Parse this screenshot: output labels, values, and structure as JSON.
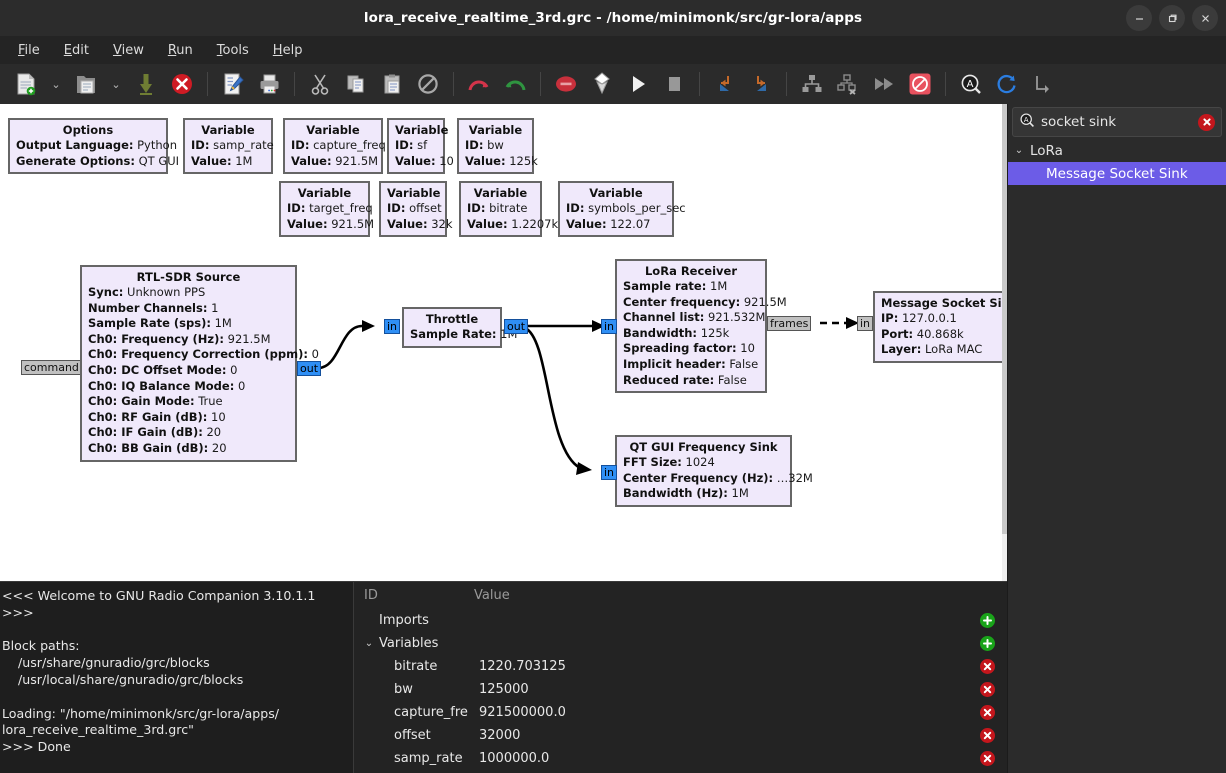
{
  "window": {
    "title": "lora_receive_realtime_3rd.grc - /home/minimonk/src/gr-lora/apps",
    "minimize_label": "–",
    "maximize_label": "□",
    "close_label": "×"
  },
  "menu": {
    "items": [
      {
        "label": "File",
        "mnemonic": "F"
      },
      {
        "label": "Edit",
        "mnemonic": "E"
      },
      {
        "label": "View",
        "mnemonic": "V"
      },
      {
        "label": "Run",
        "mnemonic": "R"
      },
      {
        "label": "Tools",
        "mnemonic": "T"
      },
      {
        "label": "Help",
        "mnemonic": "H"
      }
    ]
  },
  "toolbar": {
    "items": [
      "new-file-icon",
      "new-file-dropdown-icon",
      "open-folder-icon",
      "open-recent-dropdown-icon",
      "save-icon",
      "close-icon",
      "edit-properties-icon",
      "print-icon",
      "cut-icon",
      "copy-icon",
      "paste-icon",
      "delete-icon",
      "undo-icon",
      "redo-icon",
      "errors-icon",
      "find-icon",
      "execute-icon",
      "stop-icon",
      "rotate-left-icon",
      "rotate-right-icon",
      "enable-icon",
      "disable-icon",
      "bypass-icon",
      "toggle-icon",
      "hier-create-icon",
      "reload-icon",
      "expand-icon"
    ]
  },
  "canvas": {
    "orphan_port": {
      "label": "command"
    },
    "blocks": [
      {
        "name": "options-block",
        "title": "Options",
        "rows": [
          {
            "key": "Output Language:",
            "val": "Python"
          },
          {
            "key": "Generate Options:",
            "val": "QT GUI"
          }
        ]
      },
      {
        "name": "variable-samp-rate",
        "title": "Variable",
        "rows": [
          {
            "key": "ID:",
            "val": "samp_rate"
          },
          {
            "key": "Value:",
            "val": "1M"
          }
        ]
      },
      {
        "name": "variable-capture-freq",
        "title": "Variable",
        "rows": [
          {
            "key": "ID:",
            "val": "capture_freq"
          },
          {
            "key": "Value:",
            "val": "921.5M"
          }
        ]
      },
      {
        "name": "variable-sf",
        "title": "Variable",
        "rows": [
          {
            "key": "ID:",
            "val": "sf"
          },
          {
            "key": "Value:",
            "val": "10"
          }
        ]
      },
      {
        "name": "variable-bw",
        "title": "Variable",
        "rows": [
          {
            "key": "ID:",
            "val": "bw"
          },
          {
            "key": "Value:",
            "val": "125k"
          }
        ]
      },
      {
        "name": "variable-target-freq",
        "title": "Variable",
        "rows": [
          {
            "key": "ID:",
            "val": "target_freq"
          },
          {
            "key": "Value:",
            "val": "921.5M"
          }
        ]
      },
      {
        "name": "variable-offset",
        "title": "Variable",
        "rows": [
          {
            "key": "ID:",
            "val": "offset"
          },
          {
            "key": "Value:",
            "val": "32k"
          }
        ]
      },
      {
        "name": "variable-bitrate",
        "title": "Variable",
        "rows": [
          {
            "key": "ID:",
            "val": "bitrate"
          },
          {
            "key": "Value:",
            "val": "1.2207k"
          }
        ]
      },
      {
        "name": "variable-symbols-per-sec",
        "title": "Variable",
        "rows": [
          {
            "key": "ID:",
            "val": "symbols_per_sec"
          },
          {
            "key": "Value:",
            "val": "122.07"
          }
        ]
      },
      {
        "name": "rtl-sdr-source-block",
        "title": "RTL-SDR Source",
        "rows": [
          {
            "key": "Sync:",
            "val": "Unknown PPS"
          },
          {
            "key": "Number Channels:",
            "val": "1"
          },
          {
            "key": "Sample Rate (sps):",
            "val": "1M"
          },
          {
            "key": "Ch0: Frequency (Hz):",
            "val": "921.5M"
          },
          {
            "key": "Ch0: Frequency Correction (ppm):",
            "val": "0"
          },
          {
            "key": "Ch0: DC Offset Mode:",
            "val": "0"
          },
          {
            "key": "Ch0: IQ Balance Mode:",
            "val": "0"
          },
          {
            "key": "Ch0: Gain Mode:",
            "val": "True"
          },
          {
            "key": "Ch0: RF Gain (dB):",
            "val": "10"
          },
          {
            "key": "Ch0: IF Gain (dB):",
            "val": "20"
          },
          {
            "key": "Ch0: BB Gain (dB):",
            "val": "20"
          }
        ],
        "out_port": "out"
      },
      {
        "name": "throttle-block",
        "title": "Throttle",
        "rows": [
          {
            "key": "Sample Rate:",
            "val": "1M"
          }
        ],
        "in_port": "in",
        "out_port": "out"
      },
      {
        "name": "lora-receiver-block",
        "title": "LoRa Receiver",
        "rows": [
          {
            "key": "Sample rate:",
            "val": "1M"
          },
          {
            "key": "Center frequency:",
            "val": "921.5M"
          },
          {
            "key": "Channel list:",
            "val": "921.532M"
          },
          {
            "key": "Bandwidth:",
            "val": "125k"
          },
          {
            "key": "Spreading factor:",
            "val": "10"
          },
          {
            "key": "Implicit header:",
            "val": "False"
          },
          {
            "key": "Reduced rate:",
            "val": "False"
          }
        ],
        "in_port": "in",
        "out_port": "frames"
      },
      {
        "name": "message-socket-sink-block",
        "title": "Message Socket Sink",
        "rows": [
          {
            "key": "IP:",
            "val": "127.0.0.1"
          },
          {
            "key": "Port:",
            "val": "40.868k"
          },
          {
            "key": "Layer:",
            "val": "LoRa MAC"
          }
        ],
        "in_port": "in"
      },
      {
        "name": "qt-gui-frequency-sink-block",
        "title": "QT GUI Frequency Sink",
        "rows": [
          {
            "key": "FFT Size:",
            "val": "1024"
          },
          {
            "key": "Center Frequency (Hz):",
            "val": "…32M"
          },
          {
            "key": "Bandwidth (Hz):",
            "val": "1M"
          }
        ],
        "in_port": "in"
      }
    ]
  },
  "block_tree": {
    "search": {
      "value": "socket sink",
      "placeholder": "Search"
    },
    "category": {
      "label": "LoRa"
    },
    "results": [
      {
        "label": "Message Socket Sink",
        "selected": true
      }
    ]
  },
  "console": {
    "text": "<<< Welcome to GNU Radio Companion 3.10.1.1 >>>\n\nBlock paths:\n    /usr/share/gnuradio/grc/blocks\n    /usr/local/share/gnuradio/grc/blocks\n\nLoading: \"/home/minimonk/src/gr-lora/apps/\nlora_receive_realtime_3rd.grc\"\n>>> Done"
  },
  "variables_table": {
    "headers": {
      "id": "ID",
      "value": "Value"
    },
    "rows": [
      {
        "id": "Imports",
        "value": "",
        "level": 1,
        "twisty": "",
        "action": "add"
      },
      {
        "id": "Variables",
        "value": "",
        "level": 1,
        "twisty": "⌄",
        "action": "add"
      },
      {
        "id": "bitrate",
        "value": "1220.703125",
        "level": 2,
        "twisty": "",
        "action": "del"
      },
      {
        "id": "bw",
        "value": "125000",
        "level": 2,
        "twisty": "",
        "action": "del"
      },
      {
        "id": "capture_fre",
        "value": "921500000.0",
        "level": 2,
        "twisty": "",
        "action": "del"
      },
      {
        "id": "offset",
        "value": "32000",
        "level": 2,
        "twisty": "",
        "action": "del"
      },
      {
        "id": "samp_rate",
        "value": "1000000.0",
        "level": 2,
        "twisty": "",
        "action": "del"
      }
    ]
  },
  "colors": {
    "block_fill": "#f0e9fb",
    "block_border": "#666666",
    "port_blue": "#2f8ff5",
    "selection_purple": "#6c5ce7",
    "danger_red": "#c4161c",
    "success_green": "#19a319"
  }
}
